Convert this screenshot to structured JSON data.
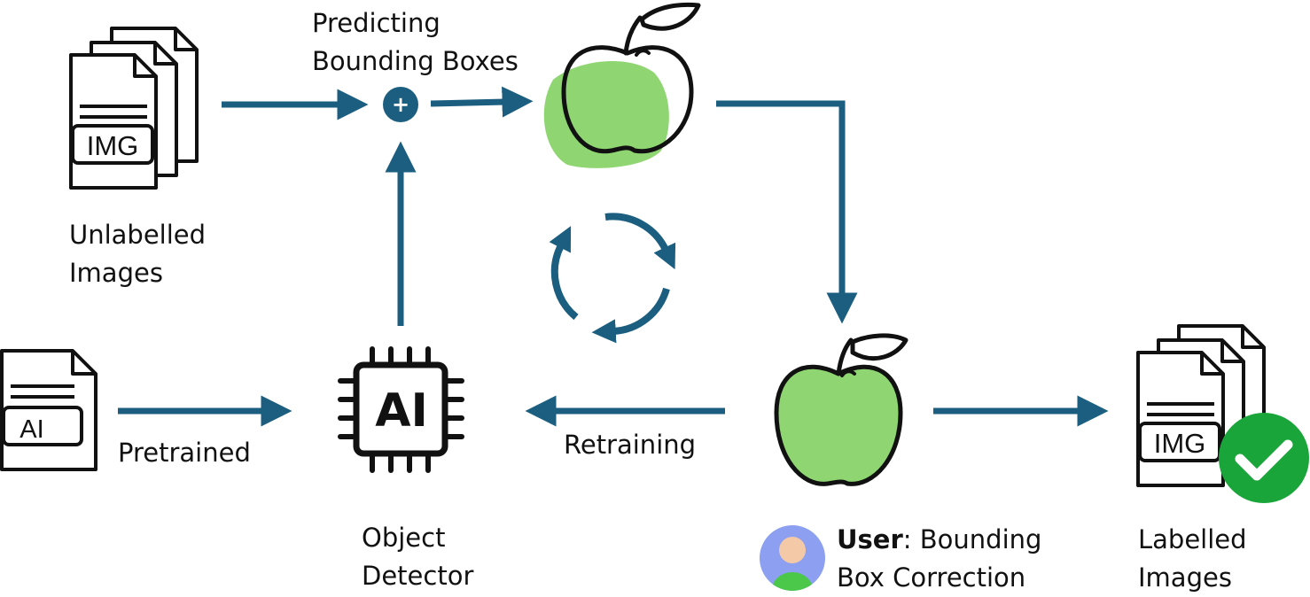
{
  "labels": {
    "predicting": [
      "Predicting",
      "Bounding Boxes"
    ],
    "unlabelled": [
      "Unlabelled",
      "Images"
    ],
    "pretrained": "Pretrained",
    "retraining": "Retraining",
    "object_detector": [
      "Object",
      "Detector"
    ],
    "user_role": "User",
    "user_task": [
      ": Bounding",
      "Box Correction"
    ],
    "labelled": [
      "Labelled",
      "Images"
    ]
  },
  "icons": {
    "unlabelled": "image-stack-icon",
    "labelled": "image-stack-checked-icon",
    "model_file": "ai-file-icon",
    "detector": "ai-chip-icon",
    "predicted": "apple-with-prediction-icon",
    "corrected": "apple-corrected-icon",
    "combine": "plus-circle-icon",
    "loop": "cycle-arrows-icon",
    "user": "user-avatar-icon"
  },
  "file_tags": {
    "img": "IMG",
    "ai": "AI",
    "chip": "AI"
  },
  "combine_symbol": "+",
  "colors": {
    "arrow": "#1b5e7f",
    "apple_green": "#8fd672",
    "check_green": "#1aa53b",
    "avatar_bg": "#8c9ff0",
    "avatar_face": "#f4c9a8",
    "avatar_body": "#4bc84a",
    "ink": "#111111"
  }
}
